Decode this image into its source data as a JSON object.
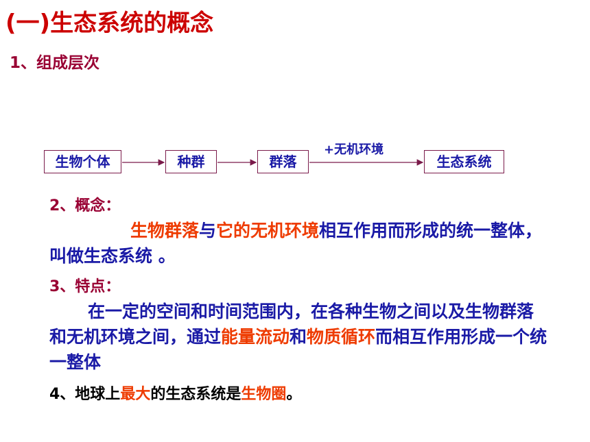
{
  "title": "(一)生态系统的概念",
  "section1": {
    "heading": "1、组成层次"
  },
  "flow": {
    "boxes": [
      "生物个体",
      "种群",
      "群落",
      "生态系统"
    ],
    "arrow_label": "+无机环境"
  },
  "section2": {
    "heading": "2、概念：",
    "p_a": "生物群落",
    "p_b": "与",
    "p_c": "它的无机环境",
    "p_d": "相互作用而形成的统一整体，叫做生态系统 。"
  },
  "section3": {
    "heading": "3、特点：",
    "p_a": "在一定的空间和时间范围内，在各种生物之间以及生物群落和无机环境之间，通过",
    "p_b": "能量流动",
    "p_c": "和",
    "p_d": "物质循环",
    "p_e": "而相互作用形成一个统一整体"
  },
  "section4": {
    "a": "4、地球上",
    "b": "最大",
    "c": "的生态系统是",
    "d": "生物圈",
    "e": "。"
  },
  "colors": {
    "title": "#cc0000",
    "heading": "#990033",
    "body": "#1a1aa6",
    "highlight": "#ee3b00"
  }
}
